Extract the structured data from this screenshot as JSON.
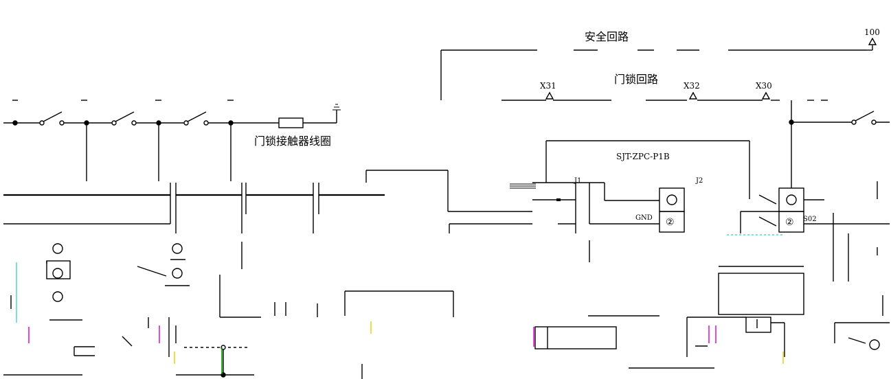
{
  "labels": {
    "safety_loop": "安全回路",
    "door_lock_loop": "门锁回路",
    "contactor_coil": "门锁接触器线圈",
    "board_model": "SJT-ZPC-P1B",
    "terminal_x31": "X31",
    "terminal_x32": "X32",
    "terminal_x30": "X30",
    "terminal_100": "100",
    "gnd": "GND",
    "j1": "J1",
    "j2": "J2",
    "s02": "S02",
    "pin_2": "②"
  },
  "colors": {
    "wire": "#000000",
    "accent_green": "#00a000",
    "accent_magenta": "#d000d0",
    "accent_cyan": "#00c0c0",
    "accent_yellow": "#e0d000"
  }
}
